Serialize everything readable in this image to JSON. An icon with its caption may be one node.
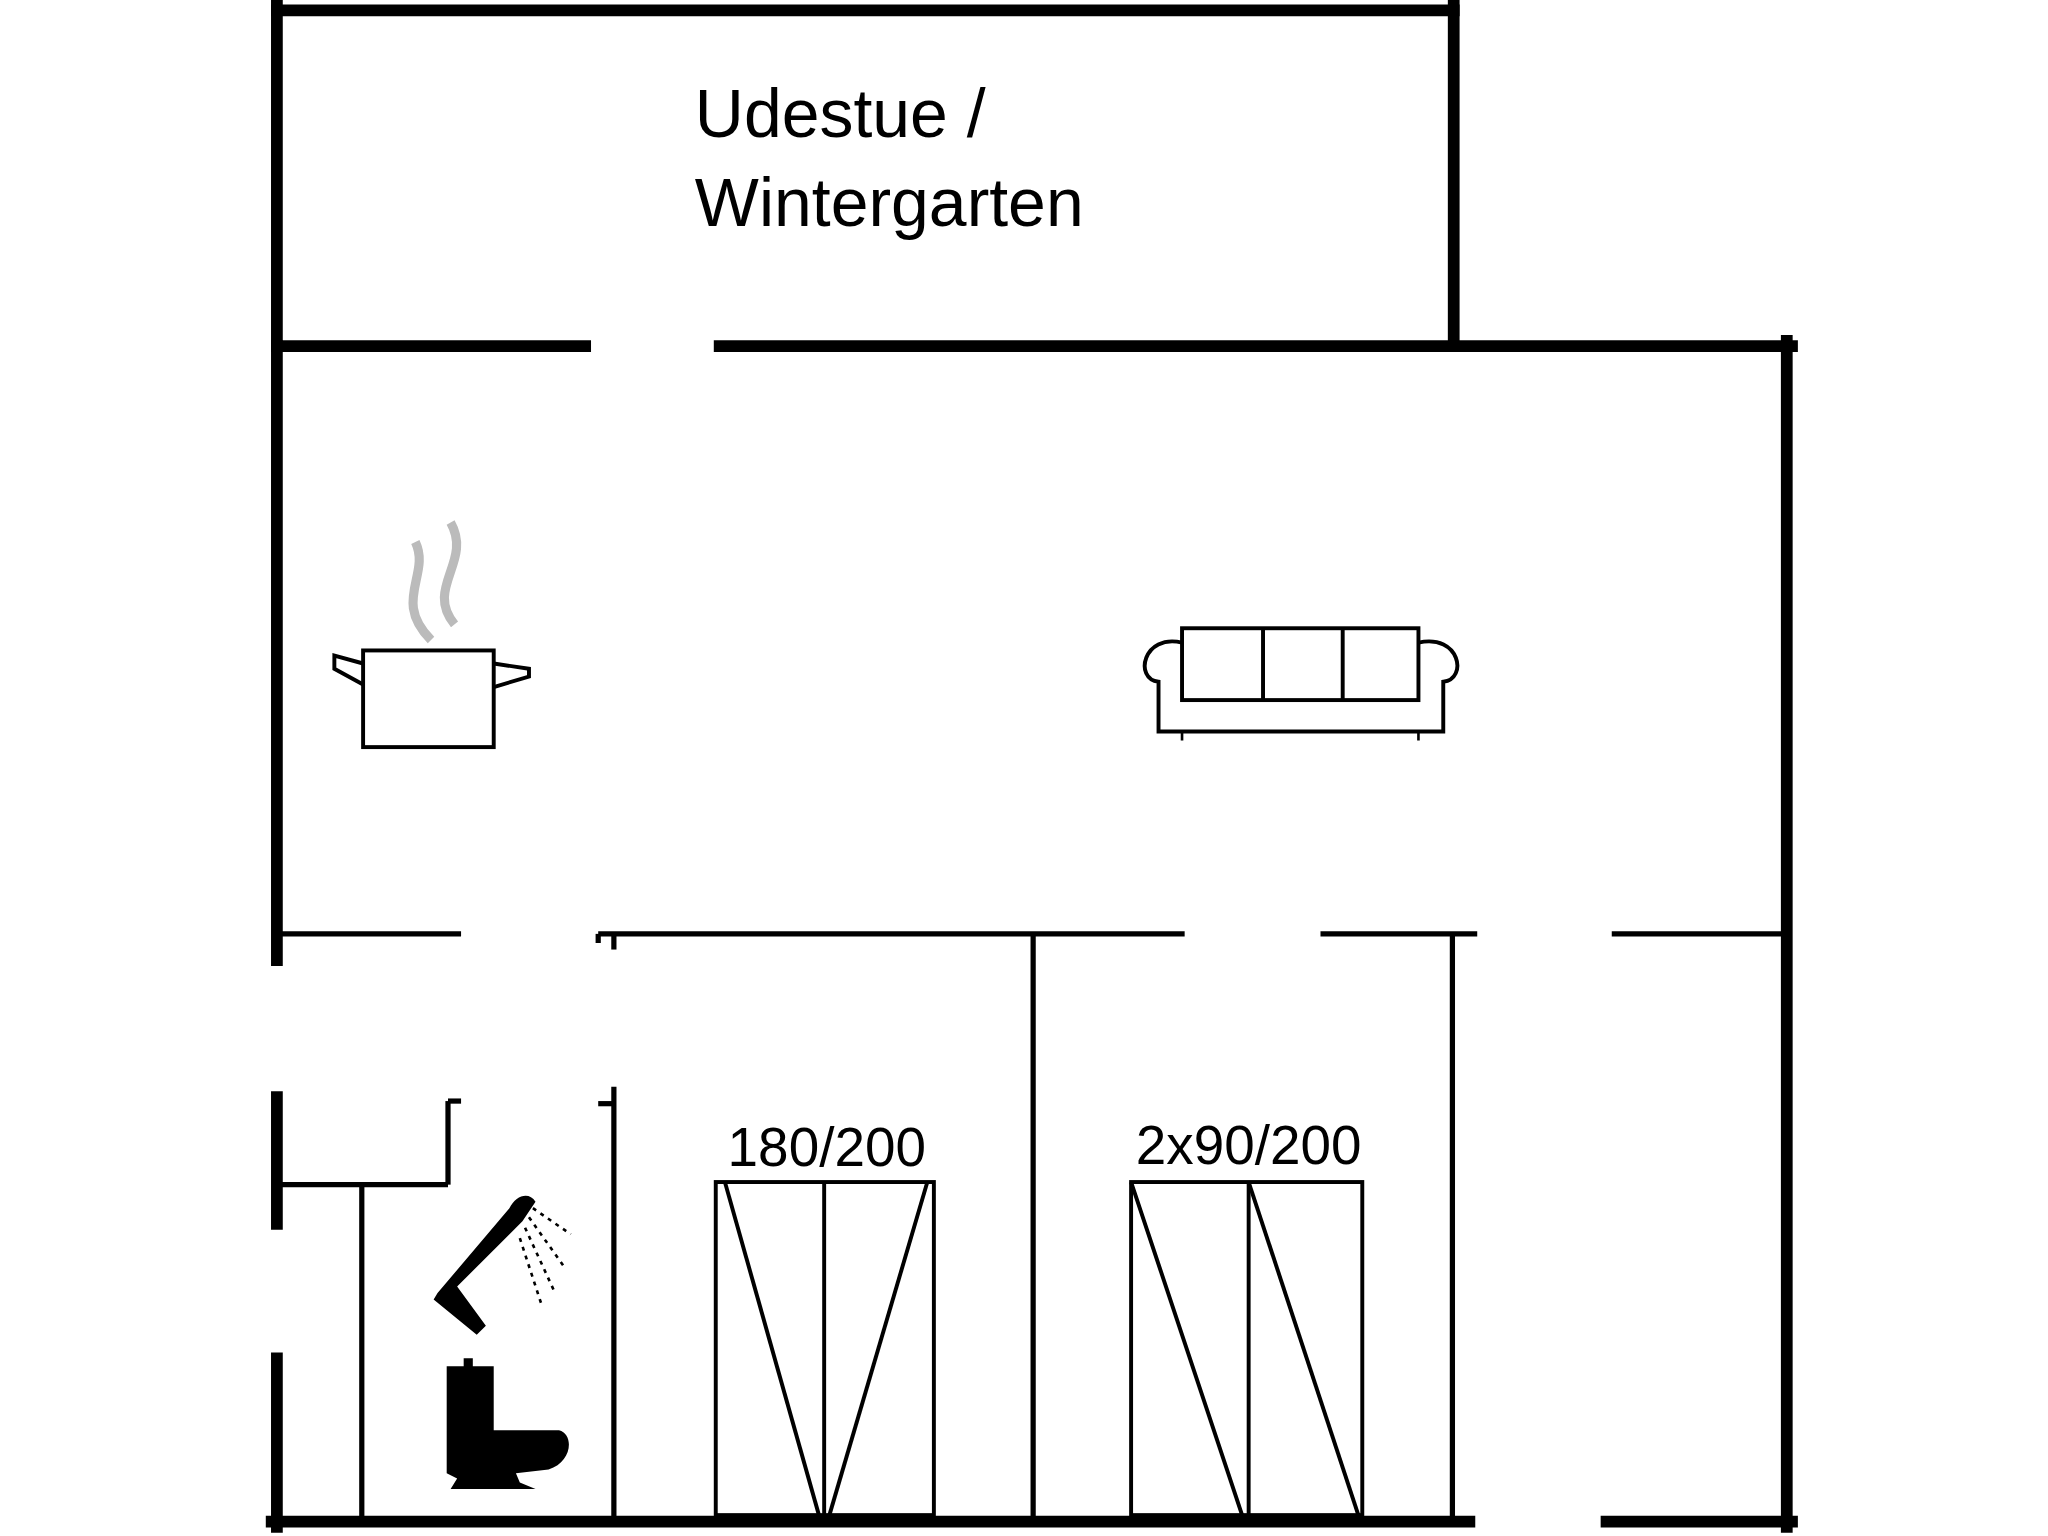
{
  "diagram": {
    "labels": [
      "Udestue / Wintergarten",
      "180/200",
      "2x90/200"
    ]
  }
}
